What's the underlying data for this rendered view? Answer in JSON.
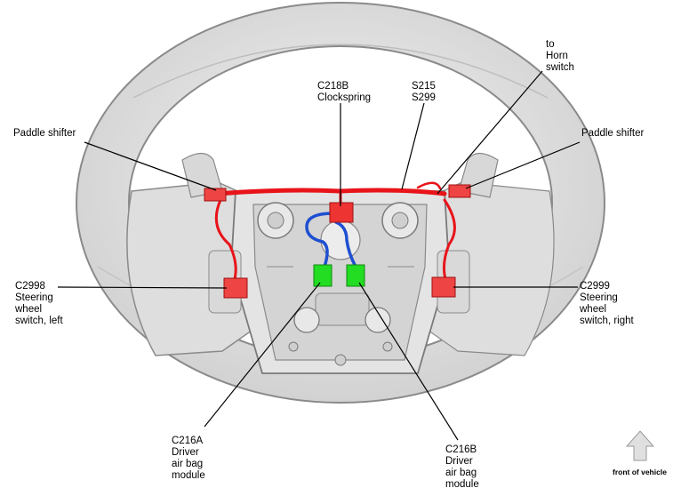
{
  "labels": {
    "clockspring": [
      "C218B",
      "Clockspring"
    ],
    "splices": [
      "S215",
      "S299"
    ],
    "horn": [
      "to",
      "Horn",
      "switch"
    ],
    "paddle_left": [
      "Paddle shifter"
    ],
    "paddle_right": [
      "Paddle shifter"
    ],
    "switch_left": [
      "C2998",
      "Steering",
      "wheel",
      "switch, left"
    ],
    "switch_right": [
      "C2999",
      "Steering",
      "wheel",
      "switch, right"
    ],
    "airbag_a": [
      "C216A",
      "Driver",
      "air bag",
      "module"
    ],
    "airbag_b": [
      "C216B",
      "Driver",
      "air bag",
      "module"
    ],
    "front": [
      "front of vehicle"
    ]
  },
  "colors": {
    "harness_red": "#e8141a",
    "harness_blue": "#1f4fd1",
    "connector_green": "#22dd22",
    "connector_red": "#ee4444",
    "wheel_fill": "#e6e6e6",
    "wheel_stroke": "#8a8a8a"
  },
  "icons": {
    "front_arrow": "up-arrow-icon"
  }
}
